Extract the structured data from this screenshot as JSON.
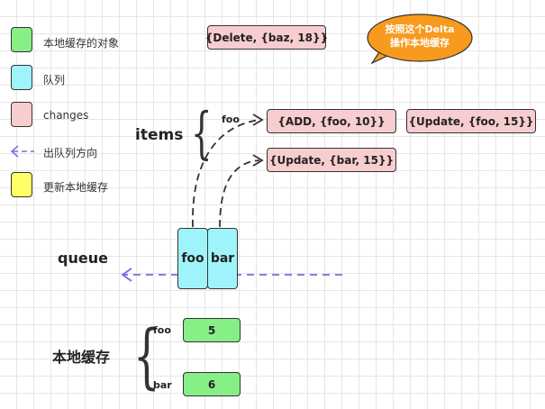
{
  "legend": [
    {
      "color": "#86ef86",
      "label": "本地缓存的对象"
    },
    {
      "color": "#9ff3fb",
      "label": "队列"
    },
    {
      "color": "#f8cdd0",
      "label": "changes"
    },
    {
      "color": "#7070e0",
      "label": "出队列方向"
    },
    {
      "color": "#ffff66",
      "label": "更新本地缓存"
    }
  ],
  "delete_box": "{Delete, {baz, 18}}",
  "callout": {
    "line1": "按照这个Delta",
    "line2": "操作本地缓存",
    "color": "#f79a1e"
  },
  "items": {
    "label": "items",
    "foo_label": "foo",
    "foo_change1": "{ADD, {foo, 10}}",
    "foo_change2": "{Update, {foo, 15}}",
    "bar_change": "{Update, {bar, 15}}"
  },
  "queue": {
    "label": "queue",
    "cells": [
      "foo",
      "bar"
    ]
  },
  "cache": {
    "label": "本地缓存",
    "entries": [
      {
        "key": "foo",
        "value": "5"
      },
      {
        "key": "bar",
        "value": "6"
      }
    ]
  },
  "colors": {
    "pink": "#f8cdd0",
    "green": "#86ef86",
    "cyan": "#9ff3fb",
    "yellow": "#ffff66",
    "arrow_blue": "#7070e0",
    "dashed_black": "#333333"
  }
}
